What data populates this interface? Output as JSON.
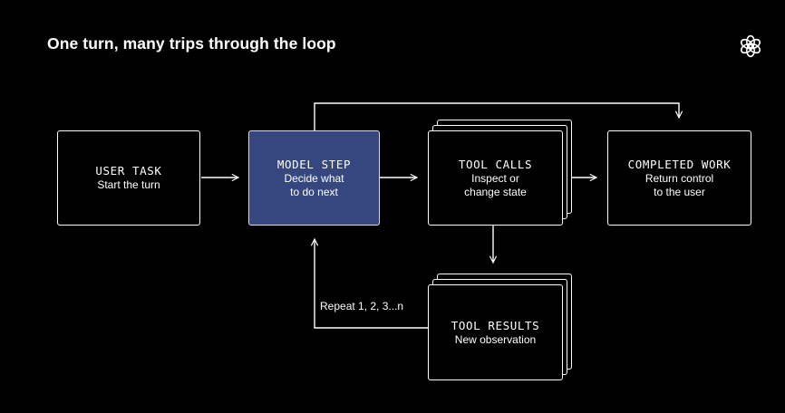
{
  "diagram": {
    "title": "One turn, many trips through the loop",
    "logo_icon": "openai-logo-icon",
    "accent_color": "#36477f",
    "nodes": {
      "user_task": {
        "title": "USER TASK",
        "subtitle": "Start the turn"
      },
      "model_step": {
        "title": "MODEL STEP",
        "subtitle": "Decide what\nto do next"
      },
      "tool_calls": {
        "title": "TOOL CALLS",
        "subtitle": "Inspect or\nchange state"
      },
      "completed_work": {
        "title": "COMPLETED WORK",
        "subtitle": "Return control\nto the user"
      },
      "tool_results": {
        "title": "TOOL RESULTS",
        "subtitle": "New observation"
      }
    },
    "loop_label": "Repeat 1, 2, 3...n"
  }
}
